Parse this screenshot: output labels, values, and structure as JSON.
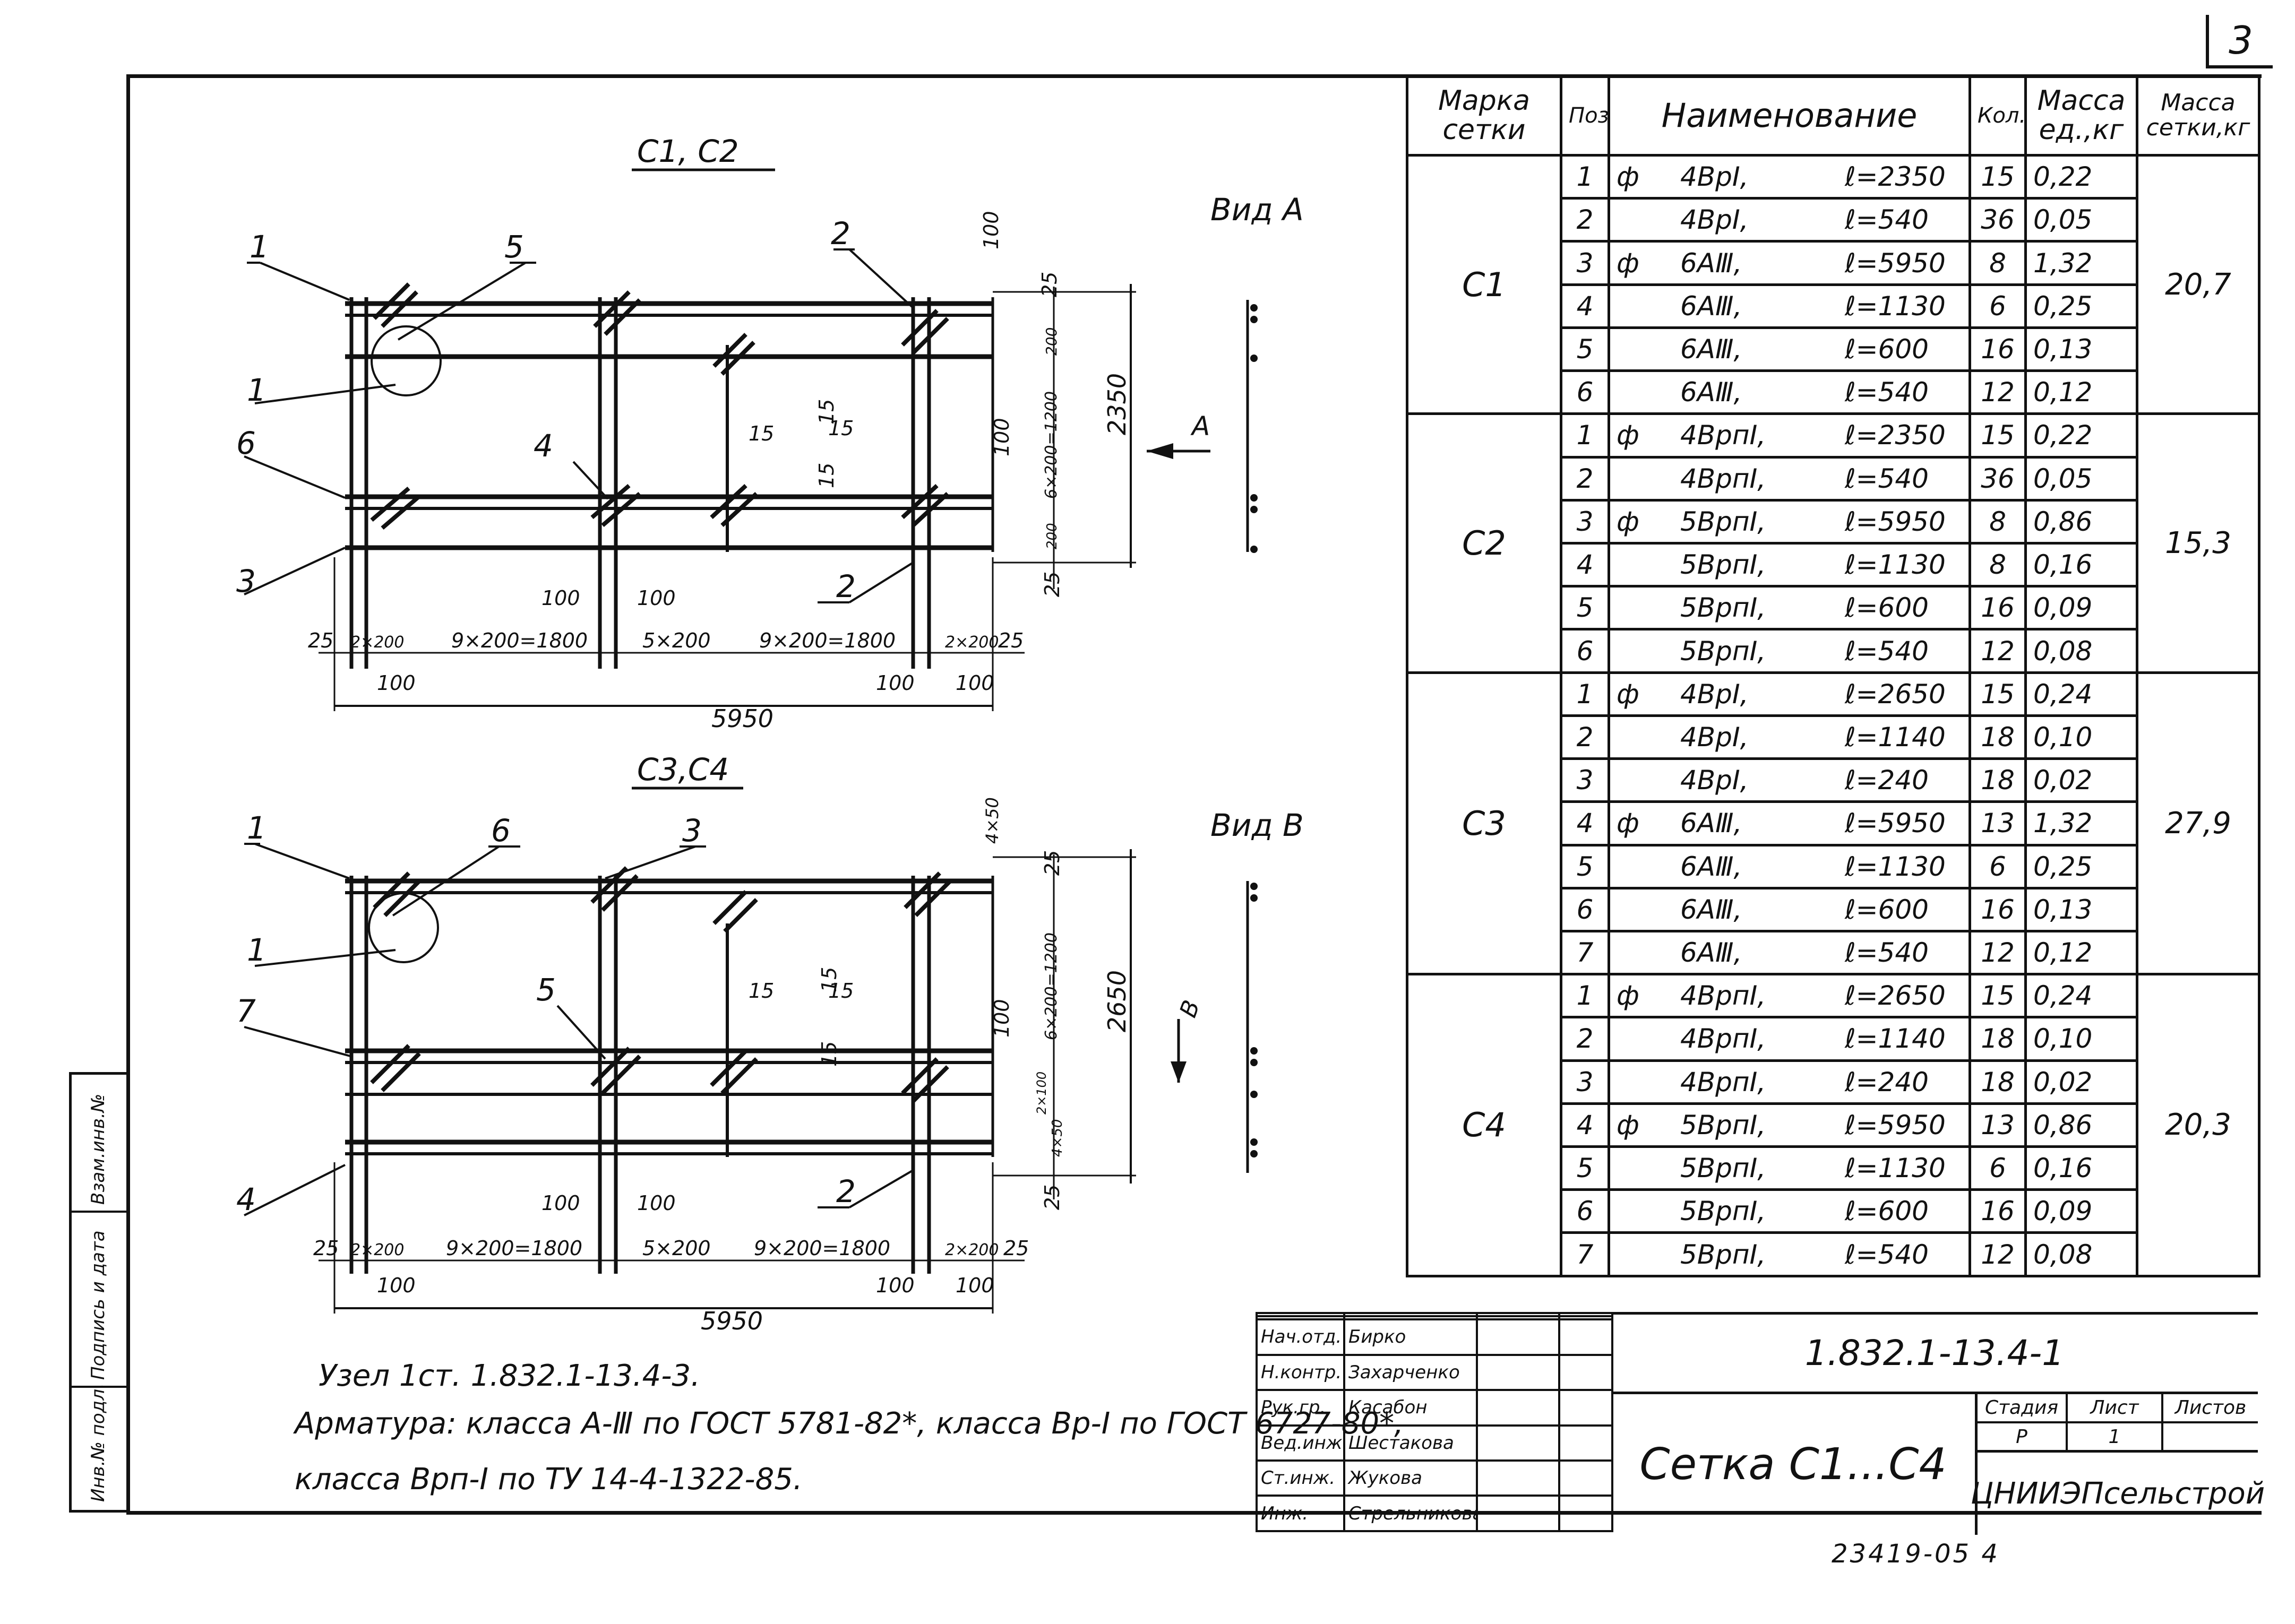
{
  "sheet_number": "3",
  "drawing_c1c2": {
    "title": "С1, С2",
    "view_title": "Вид А",
    "arrow_label": "А",
    "callouts": [
      "1",
      "5",
      "1",
      "6",
      "3",
      "2",
      "4",
      "2"
    ],
    "dims": {
      "top_100": "100",
      "top_25": "25",
      "d_200a": "200",
      "d_6x200": "6×200=1200",
      "d_200b": "200",
      "right_25": "25",
      "total_h": "2350",
      "d15a": "15",
      "d15b": "15",
      "d15c": "15",
      "d15d": "15",
      "d100r": "100",
      "b25a": "25",
      "b2x200a": "2×200",
      "b9x200a": "9×200=1800",
      "b100a": "100",
      "b100b": "100",
      "b5x200": "5×200",
      "b9x200b": "9×200=1800",
      "b2x200b": "2×200",
      "b25b": "25",
      "b100c": "100",
      "b100d": "100",
      "b100e": "100",
      "total_w": "5950"
    }
  },
  "drawing_c3c4": {
    "title": "С3,С4",
    "view_title": "Вид В",
    "arrow_label": "В",
    "callouts": [
      "1",
      "6",
      "3",
      "1",
      "7",
      "5",
      "4",
      "2"
    ],
    "dims": {
      "top_4x50": "4×50",
      "top_25": "25",
      "d_6x200": "6×200=1200",
      "d_2x100": "2×100",
      "d_4x50b": "4×50",
      "right_25": "25",
      "total_h": "2650",
      "d15a": "15",
      "d15b": "15",
      "d15c": "15",
      "d15d": "15",
      "d100r": "100",
      "b25a": "25",
      "b2x200a": "2×200",
      "b9x200a": "9×200=1800",
      "b100a": "100",
      "b100b": "100",
      "b5x200": "5×200",
      "b9x200b": "9×200=1800",
      "b2x200b": "2×200",
      "b25b": "25",
      "b100c": "100",
      "b100d": "100",
      "b100e": "100",
      "total_w": "5950"
    }
  },
  "notes": {
    "line1": "Узел 1ст. 1.832.1-13.4-3.",
    "line2": "Арматура: класса А-Ⅲ по ГОСТ 5781-82*, класса Вр-I по ГОСТ 6727-80*,",
    "line3": "класса Врп-I по ТУ 14-4-1322-85."
  },
  "spec_table": {
    "headers": [
      "Марка сетки",
      "Поз.",
      "Наименование",
      "Кол.",
      "Масса ед.,кг",
      "Масса сетки,кг"
    ],
    "groups": [
      {
        "mark": "С1",
        "mass": "20,7",
        "rows": [
          {
            "pos": "1",
            "dia": "ф",
            "bar": "4ВрI,",
            "len": "ℓ=2350",
            "qty": "15",
            "unit": "0,22"
          },
          {
            "pos": "2",
            "dia": "",
            "bar": "4ВрI,",
            "len": "ℓ=540",
            "qty": "36",
            "unit": "0,05"
          },
          {
            "pos": "3",
            "dia": "ф",
            "bar": "6АⅢ,",
            "len": "ℓ=5950",
            "qty": "8",
            "unit": "1,32"
          },
          {
            "pos": "4",
            "dia": "",
            "bar": "6АⅢ,",
            "len": "ℓ=1130",
            "qty": "6",
            "unit": "0,25"
          },
          {
            "pos": "5",
            "dia": "",
            "bar": "6АⅢ,",
            "len": "ℓ=600",
            "qty": "16",
            "unit": "0,13"
          },
          {
            "pos": "6",
            "dia": "",
            "bar": "6АⅢ,",
            "len": "ℓ=540",
            "qty": "12",
            "unit": "0,12"
          }
        ]
      },
      {
        "mark": "С2",
        "mass": "15,3",
        "rows": [
          {
            "pos": "1",
            "dia": "ф",
            "bar": "4ВрпI,",
            "len": "ℓ=2350",
            "qty": "15",
            "unit": "0,22"
          },
          {
            "pos": "2",
            "dia": "",
            "bar": "4ВрпI,",
            "len": "ℓ=540",
            "qty": "36",
            "unit": "0,05"
          },
          {
            "pos": "3",
            "dia": "ф",
            "bar": "5ВрпI,",
            "len": "ℓ=5950",
            "qty": "8",
            "unit": "0,86"
          },
          {
            "pos": "4",
            "dia": "",
            "bar": "5ВрпI,",
            "len": "ℓ=1130",
            "qty": "8",
            "unit": "0,16"
          },
          {
            "pos": "5",
            "dia": "",
            "bar": "5ВрпI,",
            "len": "ℓ=600",
            "qty": "16",
            "unit": "0,09"
          },
          {
            "pos": "6",
            "dia": "",
            "bar": "5ВрпI,",
            "len": "ℓ=540",
            "qty": "12",
            "unit": "0,08"
          }
        ]
      },
      {
        "mark": "С3",
        "mass": "27,9",
        "rows": [
          {
            "pos": "1",
            "dia": "ф",
            "bar": "4ВрI,",
            "len": "ℓ=2650",
            "qty": "15",
            "unit": "0,24"
          },
          {
            "pos": "2",
            "dia": "",
            "bar": "4ВрI,",
            "len": "ℓ=1140",
            "qty": "18",
            "unit": "0,10"
          },
          {
            "pos": "3",
            "dia": "",
            "bar": "4ВрI,",
            "len": "ℓ=240",
            "qty": "18",
            "unit": "0,02"
          },
          {
            "pos": "4",
            "dia": "ф",
            "bar": "6АⅢ,",
            "len": "ℓ=5950",
            "qty": "13",
            "unit": "1,32"
          },
          {
            "pos": "5",
            "dia": "",
            "bar": "6АⅢ,",
            "len": "ℓ=1130",
            "qty": "6",
            "unit": "0,25"
          },
          {
            "pos": "6",
            "dia": "",
            "bar": "6АⅢ,",
            "len": "ℓ=600",
            "qty": "16",
            "unit": "0,13"
          },
          {
            "pos": "7",
            "dia": "",
            "bar": "6АⅢ,",
            "len": "ℓ=540",
            "qty": "12",
            "unit": "0,12"
          }
        ]
      },
      {
        "mark": "С4",
        "mass": "20,3",
        "rows": [
          {
            "pos": "1",
            "dia": "ф",
            "bar": "4ВрпI,",
            "len": "ℓ=2650",
            "qty": "15",
            "unit": "0,24"
          },
          {
            "pos": "2",
            "dia": "",
            "bar": "4ВрпI,",
            "len": "ℓ=1140",
            "qty": "18",
            "unit": "0,10"
          },
          {
            "pos": "3",
            "dia": "",
            "bar": "4ВрпI,",
            "len": "ℓ=240",
            "qty": "18",
            "unit": "0,02"
          },
          {
            "pos": "4",
            "dia": "ф",
            "bar": "5ВрпI,",
            "len": "ℓ=5950",
            "qty": "13",
            "unit": "0,86"
          },
          {
            "pos": "5",
            "dia": "",
            "bar": "5ВрпI,",
            "len": "ℓ=1130",
            "qty": "6",
            "unit": "0,16"
          },
          {
            "pos": "6",
            "dia": "",
            "bar": "5ВрпI,",
            "len": "ℓ=600",
            "qty": "16",
            "unit": "0,09"
          },
          {
            "pos": "7",
            "dia": "",
            "bar": "5ВрпI,",
            "len": "ℓ=540",
            "qty": "12",
            "unit": "0,08"
          }
        ]
      }
    ]
  },
  "title_block": {
    "staff": [
      {
        "role": "",
        "name": ""
      },
      {
        "role": "",
        "name": ""
      },
      {
        "role": "Нач.отд.",
        "name": "Бирко"
      },
      {
        "role": "Н.контр.",
        "name": "Захарченко"
      },
      {
        "role": "Рук.гр.",
        "name": "Касабон"
      },
      {
        "role": "Вед.инж.",
        "name": "Шестакова"
      },
      {
        "role": "Ст.инж.",
        "name": "Жукова"
      },
      {
        "role": "Инж.",
        "name": "Стрельникова"
      }
    ],
    "doc_code": "1.832.1-13.4-1",
    "doc_title": "Сетка С1...С4",
    "stage_label": "Стадия",
    "sheet_label": "Лист",
    "sheets_label": "Листов",
    "stage": "Р",
    "sheet": "1",
    "sheets": "",
    "organization": "ЦНИИЭПсельстрой"
  },
  "document_number": "23419-05   4",
  "margin_stamp": [
    "Инв.№ подл.",
    "Подпись и дата",
    "Взам.инв.№"
  ]
}
